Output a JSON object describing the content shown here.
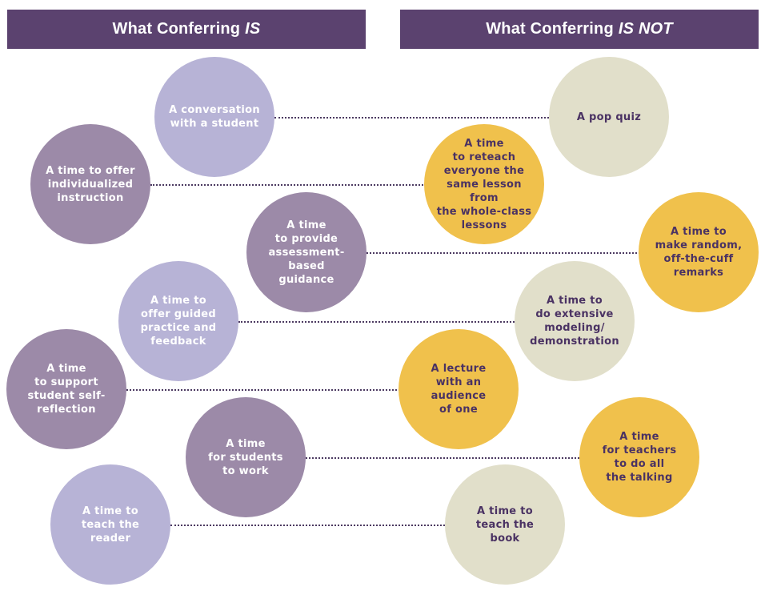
{
  "headers": {
    "is": {
      "text": "What Conferring",
      "emphasis": "IS"
    },
    "is_not": {
      "text": "What Conferring",
      "emphasis": "IS NOT"
    }
  },
  "colors": {
    "header_bg": "#5b426f",
    "lavender": "#b7b3d6",
    "mauve": "#9c8aa8",
    "gold": "#f0c14c",
    "beige": "#e1dfca",
    "text_dark": "#4a3263",
    "connector": "#4c3a61"
  },
  "is": [
    {
      "text": "A conversation\nwith a student",
      "color": "lavender"
    },
    {
      "text": "A time to offer\nindividualized\ninstruction",
      "color": "mauve"
    },
    {
      "text": "A time\nto provide\nassessment-\nbased\nguidance",
      "color": "mauve"
    },
    {
      "text": "A time to\noffer guided\npractice and\nfeedback",
      "color": "lavender"
    },
    {
      "text": "A time\nto support\nstudent self-\nreflection",
      "color": "mauve"
    },
    {
      "text": "A time\nfor students\nto work",
      "color": "mauve"
    },
    {
      "text": "A time to\nteach the\nreader",
      "color": "lavender"
    }
  ],
  "is_not": [
    {
      "text": "A pop quiz",
      "color": "beige"
    },
    {
      "text": "A time\nto reteach\neveryone the\nsame lesson from\nthe whole-class\nlessons",
      "color": "gold"
    },
    {
      "text": "A time to\nmake random,\noff-the-cuff\nremarks",
      "color": "gold"
    },
    {
      "text": "A time to\ndo extensive\nmodeling/\ndemonstration",
      "color": "beige"
    },
    {
      "text": "A lecture\nwith an\naudience\nof one",
      "color": "gold"
    },
    {
      "text": "A time\nfor teachers\nto do all\nthe talking",
      "color": "gold"
    },
    {
      "text": "A time to\nteach the\nbook",
      "color": "beige"
    }
  ]
}
